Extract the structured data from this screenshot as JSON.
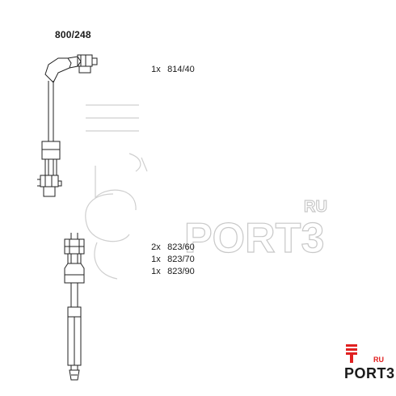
{
  "title": "800/248",
  "parts": [
    {
      "qty": "1x",
      "code": "814/40"
    },
    {
      "qty": "2x",
      "code": "823/60"
    },
    {
      "qty": "1x",
      "code": "823/70"
    },
    {
      "qty": "1x",
      "code": "823/90"
    }
  ],
  "watermark": {
    "word": "PORT3",
    "suffix": "RU"
  },
  "logo": {
    "word": "PORT3",
    "suffix": "RU",
    "accent_color": "#e02020"
  }
}
